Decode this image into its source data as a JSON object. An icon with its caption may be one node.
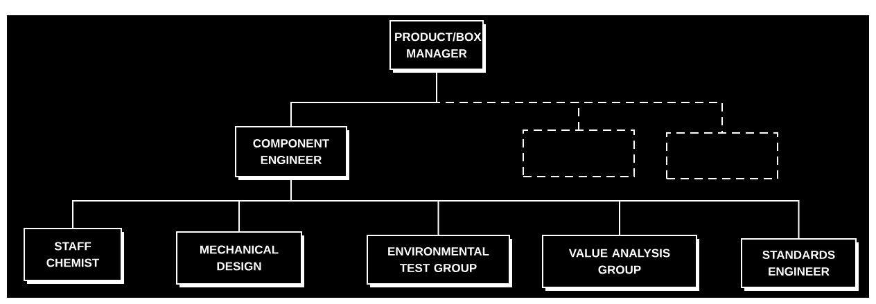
{
  "diagram": {
    "nodes": [
      {
        "text": [
          "PRODUCT/BOX MANAGER"
        ]
      },
      {
        "text": [
          "COMPONENT ENGINEER"
        ]
      },
      {
        "text": [],
        "shape": "box"
      },
      {
        "text": [],
        "shape": "box"
      },
      {
        "text": [
          "STAFF CHEMIST"
        ]
      },
      {
        "text": [
          "MECHANICAL DESIGN"
        ]
      },
      {
        "text": [
          "ENVIRONMENTAL TEST GROUP"
        ]
      },
      {
        "text": [
          "VALUE ANALYSIS GROUP"
        ]
      },
      {
        "text": [
          "STANDARDS ENGINEER"
        ]
      }
    ],
    "edges": [
      {
        "from": 0,
        "to": 1,
        "arrow": "none"
      },
      {
        "from": 0,
        "to": 2,
        "arrow": "none",
        "style": "dashed"
      },
      {
        "from": 0,
        "to": 3,
        "arrow": "none",
        "style": "dashed"
      },
      {
        "from": 1,
        "to": 4,
        "arrow": "none"
      },
      {
        "from": 1,
        "to": 5,
        "arrow": "none"
      },
      {
        "from": 1,
        "to": 6,
        "arrow": "none"
      },
      {
        "from": 1,
        "to": 7,
        "arrow": "none"
      },
      {
        "from": 1,
        "to": 8,
        "arrow": "none"
      }
    ]
  }
}
